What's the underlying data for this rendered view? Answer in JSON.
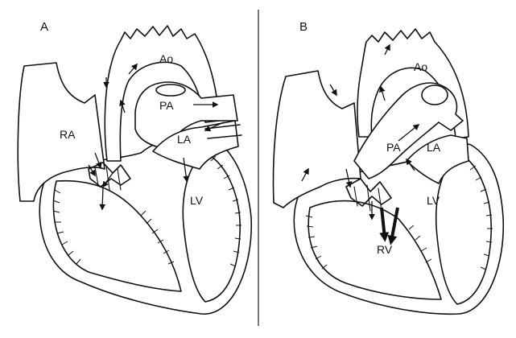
{
  "panels": [
    {
      "letter": "A",
      "labels": {
        "ra": "RA",
        "ao": "Ao",
        "pa": "PA",
        "la": "LA",
        "lv": "LV"
      }
    },
    {
      "letter": "B",
      "labels": {
        "ao": "Ao",
        "pa": "PA",
        "la": "LA",
        "lv": "LV",
        "rv": "RV"
      }
    }
  ],
  "colors": {
    "ink": "#111111",
    "background": "#ffffff",
    "divider": "#777777"
  }
}
